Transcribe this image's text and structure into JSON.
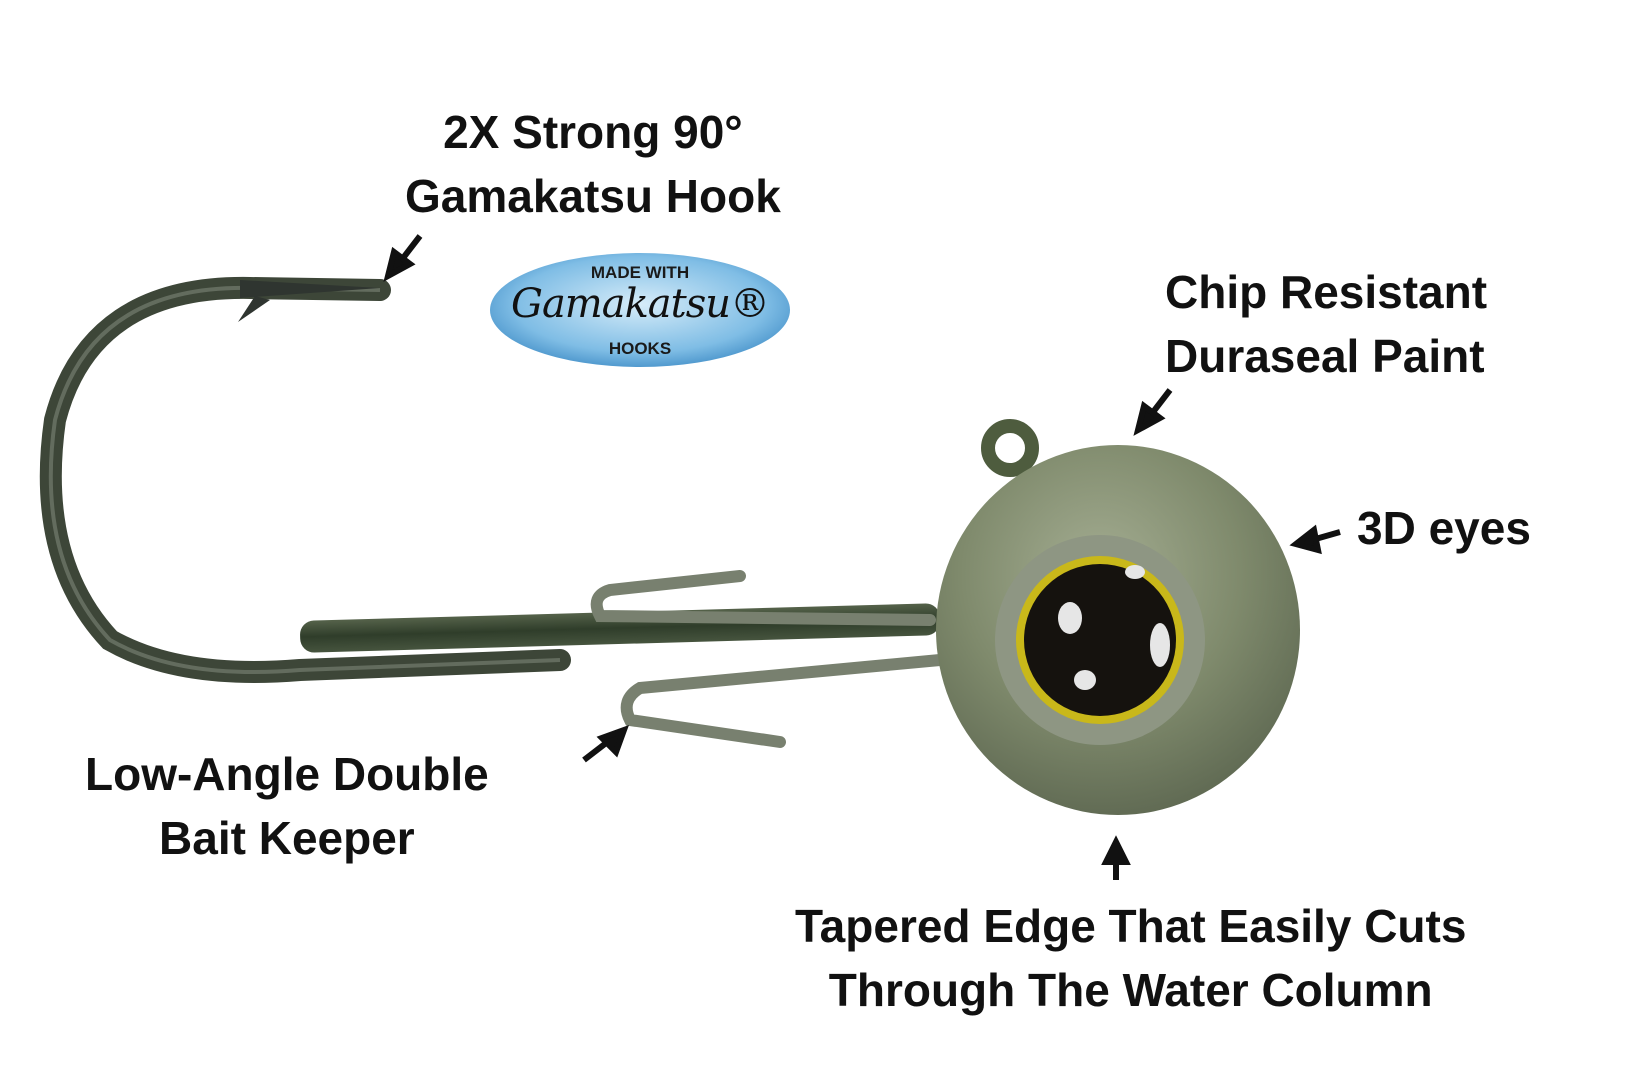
{
  "labels": {
    "hook": {
      "line1": "2X Strong 90°",
      "line2": "Gamakatsu Hook"
    },
    "paint": {
      "line1": "Chip Resistant",
      "line2": "Duraseal Paint"
    },
    "eyes": {
      "line1": "3D eyes"
    },
    "keeper": {
      "line1": "Low-Angle Double",
      "line2": "Bait Keeper"
    },
    "edge": {
      "line1": "Tapered Edge That Easily Cuts",
      "line2": "Through The Water Column"
    }
  },
  "logo": {
    "top": "MADE WITH",
    "brand": "Gamakatsu®",
    "bottom": "HOOKS"
  },
  "colors": {
    "background": "#ffffff",
    "text": "#111111",
    "hook": "#3f4a3a",
    "head": "#8a9478",
    "eye_ring": "#c9b81a",
    "eye": "#15120e",
    "logo_blue": "#6fb0dc"
  }
}
